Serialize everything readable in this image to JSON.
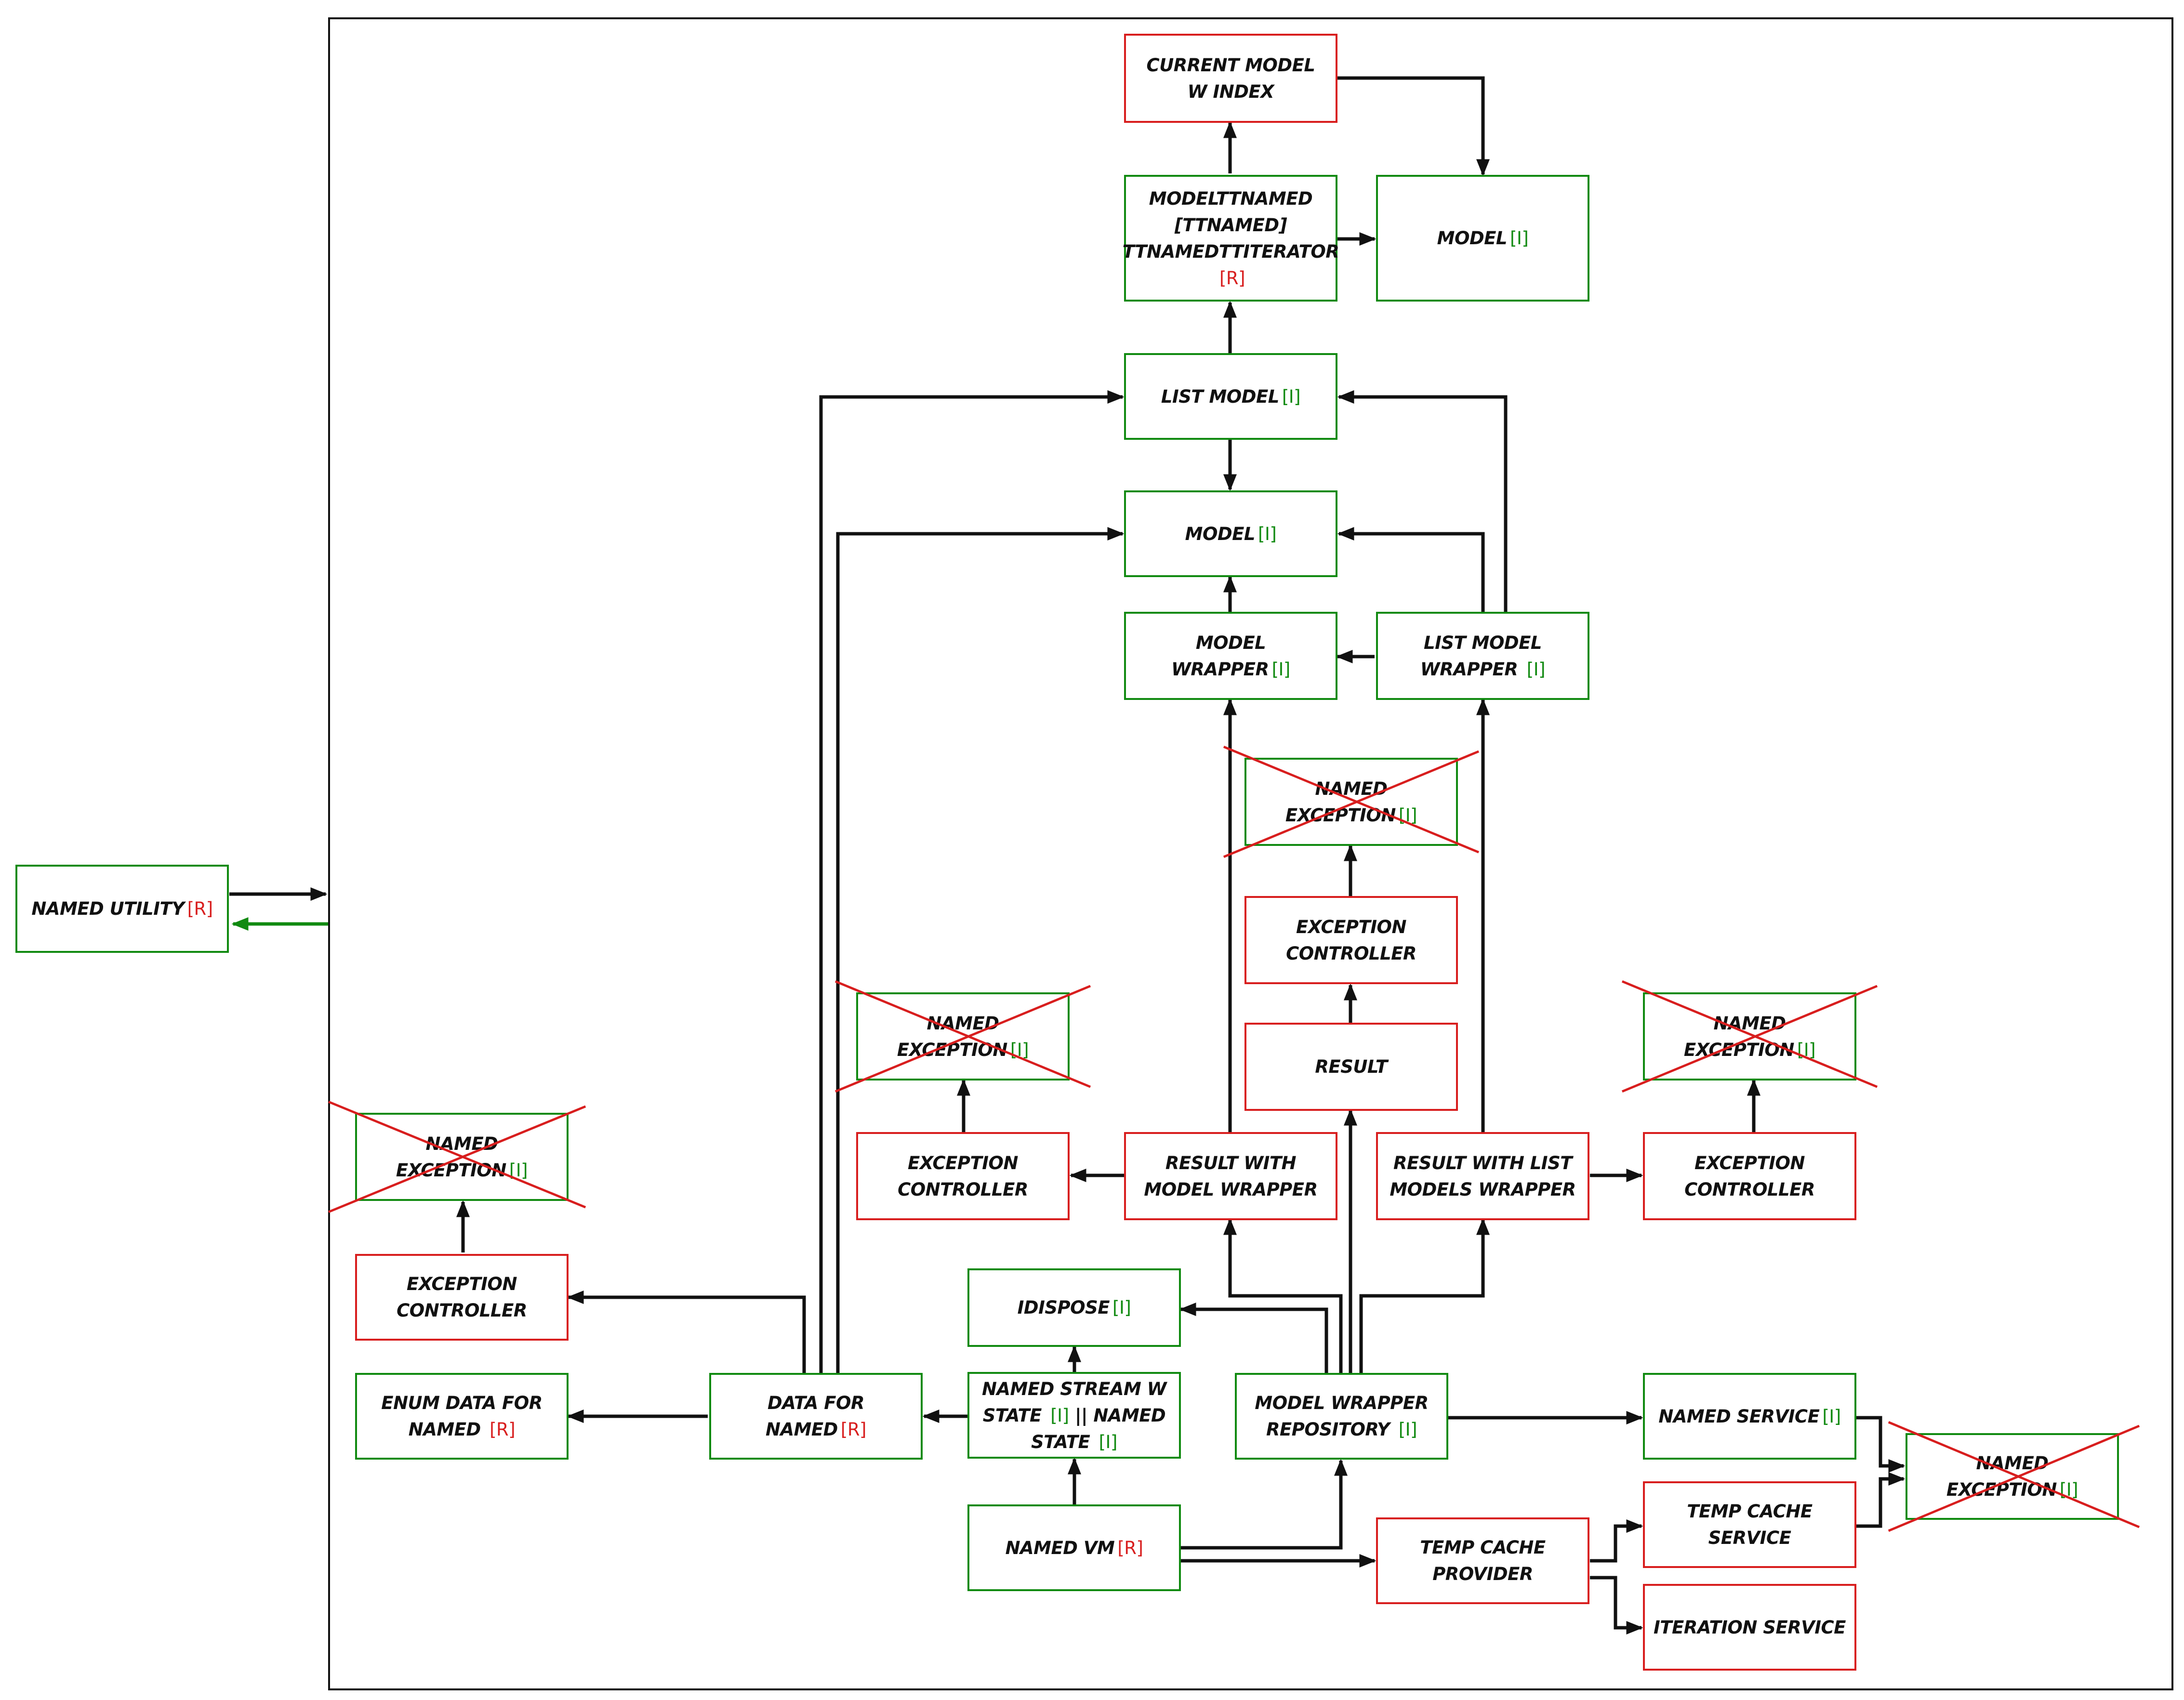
{
  "colors": {
    "interface_border": "#118a11",
    "realization_border": "#d81e1e",
    "edge": "#111111",
    "edge_green": "#118a11",
    "crossed_out": "#d81e1e"
  },
  "nodes": {
    "current_model_w_index": {
      "label": "CURRENT MODEL W INDEX",
      "tag": ""
    },
    "modelttnamed_iterator": {
      "label": "MODELTTNAMED [TTNAMED] TTNAMEDTTITERATOR",
      "tag": "[R]"
    },
    "model_top": {
      "label": "MODEL",
      "tag": "[I]"
    },
    "list_model": {
      "label": "LIST MODEL",
      "tag": "[I]"
    },
    "model_mid": {
      "label": "MODEL",
      "tag": "[I]"
    },
    "model_wrapper": {
      "label": "MODEL WRAPPER",
      "tag": "[I]"
    },
    "list_model_wrapper": {
      "label": "LIST MODEL WRAPPER",
      "tag": "[I]"
    },
    "named_exception_center": {
      "label": "NAMED EXCEPTION",
      "tag": "[I]"
    },
    "exception_controller_center": {
      "label": "EXCEPTION CONTROLLER",
      "tag": ""
    },
    "result": {
      "label": "RESULT",
      "tag": ""
    },
    "named_exception_left": {
      "label": "NAMED EXCEPTION",
      "tag": "[I]"
    },
    "exception_controller_left": {
      "label": "EXCEPTION CONTROLLER",
      "tag": ""
    },
    "result_with_model_wrapper": {
      "label": "RESULT WITH MODEL WRAPPER",
      "tag": ""
    },
    "result_with_list_models_wrapper": {
      "label": "RESULT WITH LIST MODELS WRAPPER",
      "tag": ""
    },
    "named_exception_right": {
      "label": "NAMED EXCEPTION",
      "tag": "[I]"
    },
    "exception_controller_right": {
      "label": "EXCEPTION CONTROLLER",
      "tag": ""
    },
    "named_utility": {
      "label": "NAMED UTILITY",
      "tag": "[R]"
    },
    "named_exception_far_left": {
      "label": "NAMED EXCEPTION",
      "tag": "[I]"
    },
    "exception_controller_far_left": {
      "label": "EXCEPTION CONTROLLER",
      "tag": ""
    },
    "enum_data_for_named": {
      "label": "ENUM DATA FOR NAMED",
      "tag": "[R]"
    },
    "data_for_named": {
      "label": "DATA FOR NAMED",
      "tag": "[R]"
    },
    "idispose": {
      "label": "IDISPOSE",
      "tag": "[I]"
    },
    "named_stream_w_state": {
      "label": "NAMED STREAM W STATE",
      "tag": "[I]",
      "label2": "|| NAMED STATE",
      "tag2": "[I]"
    },
    "model_wrapper_repository": {
      "label": "MODEL WRAPPER REPOSITORY",
      "tag": "[I]"
    },
    "named_service": {
      "label": "NAMED SERVICE",
      "tag": "[I]"
    },
    "named_exception_service": {
      "label": "NAMED EXCEPTION",
      "tag": "[I]"
    },
    "named_vm": {
      "label": "NAMED VM",
      "tag": "[R]"
    },
    "temp_cache_provider": {
      "label": "TEMP CACHE PROVIDER",
      "tag": ""
    },
    "temp_cache_service": {
      "label": "TEMP CACHE SERVICE",
      "tag": ""
    },
    "iteration_service": {
      "label": "ITERATION SERVICE",
      "tag": ""
    }
  }
}
